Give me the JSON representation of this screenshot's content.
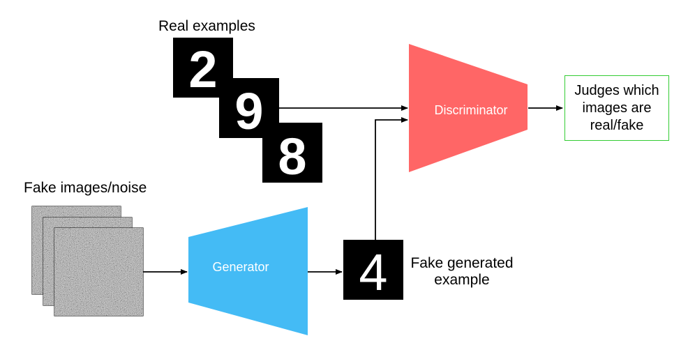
{
  "labels": {
    "real_examples": "Real examples",
    "fake_noise": "Fake images/noise",
    "fake_generated_line1": "Fake generated",
    "fake_generated_line2": "example",
    "discriminator": "Discriminator",
    "generator": "Generator",
    "judge_line1": "Judges which",
    "judge_line2": "images are",
    "judge_line3": "real/fake"
  },
  "real_digits": [
    "2",
    "9",
    "8"
  ],
  "fake_digit": "4",
  "colors": {
    "discriminator": "#ff6666",
    "generator": "#44bbf5",
    "judge_border": "#33cc33",
    "digit_bg": "#000000",
    "digit_fg": "#ffffff"
  }
}
